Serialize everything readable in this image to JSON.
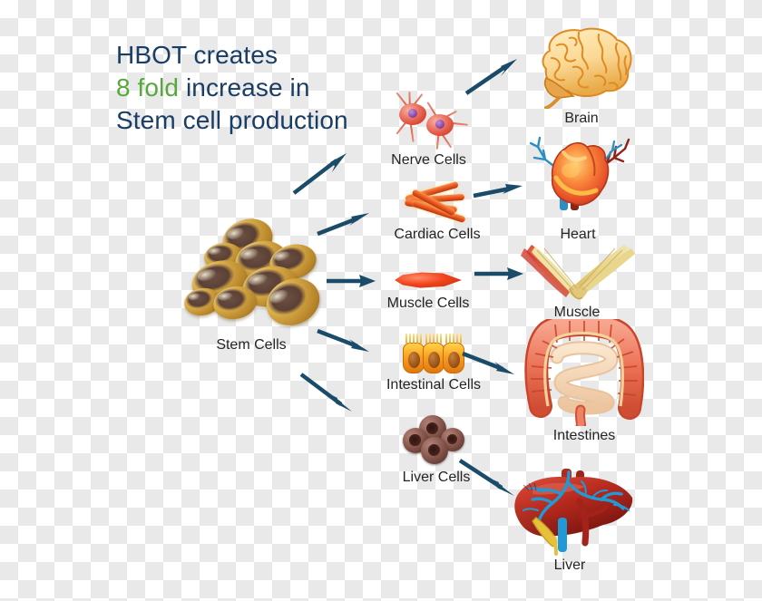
{
  "title": {
    "line1_text": "HBOT creates",
    "line2_highlight": "8 fold",
    "line2_rest": " increase in",
    "line3_text": "Stem cell production",
    "navy_color": "#1a3d66",
    "green_color": "#57a83c"
  },
  "arrow_color": "#1a4c69",
  "source": {
    "label": "Stem Cells",
    "icon": "stem-cells-cluster-icon"
  },
  "cells": [
    {
      "label": "Nerve Cells",
      "icon": "nerve-cells-icon"
    },
    {
      "label": "Cardiac Cells",
      "icon": "cardiac-cells-icon"
    },
    {
      "label": "Muscle Cells",
      "icon": "muscle-cell-icon"
    },
    {
      "label": "Intestinal Cells",
      "icon": "intestinal-cells-icon"
    },
    {
      "label": "Liver Cells",
      "icon": "liver-cells-icon"
    }
  ],
  "organs": [
    {
      "label": "Brain",
      "icon": "brain-icon"
    },
    {
      "label": "Heart",
      "icon": "heart-icon"
    },
    {
      "label": "Muscle",
      "icon": "muscle-icon"
    },
    {
      "label": "Intestines",
      "icon": "intestines-icon"
    },
    {
      "label": "Liver",
      "icon": "liver-icon"
    }
  ]
}
